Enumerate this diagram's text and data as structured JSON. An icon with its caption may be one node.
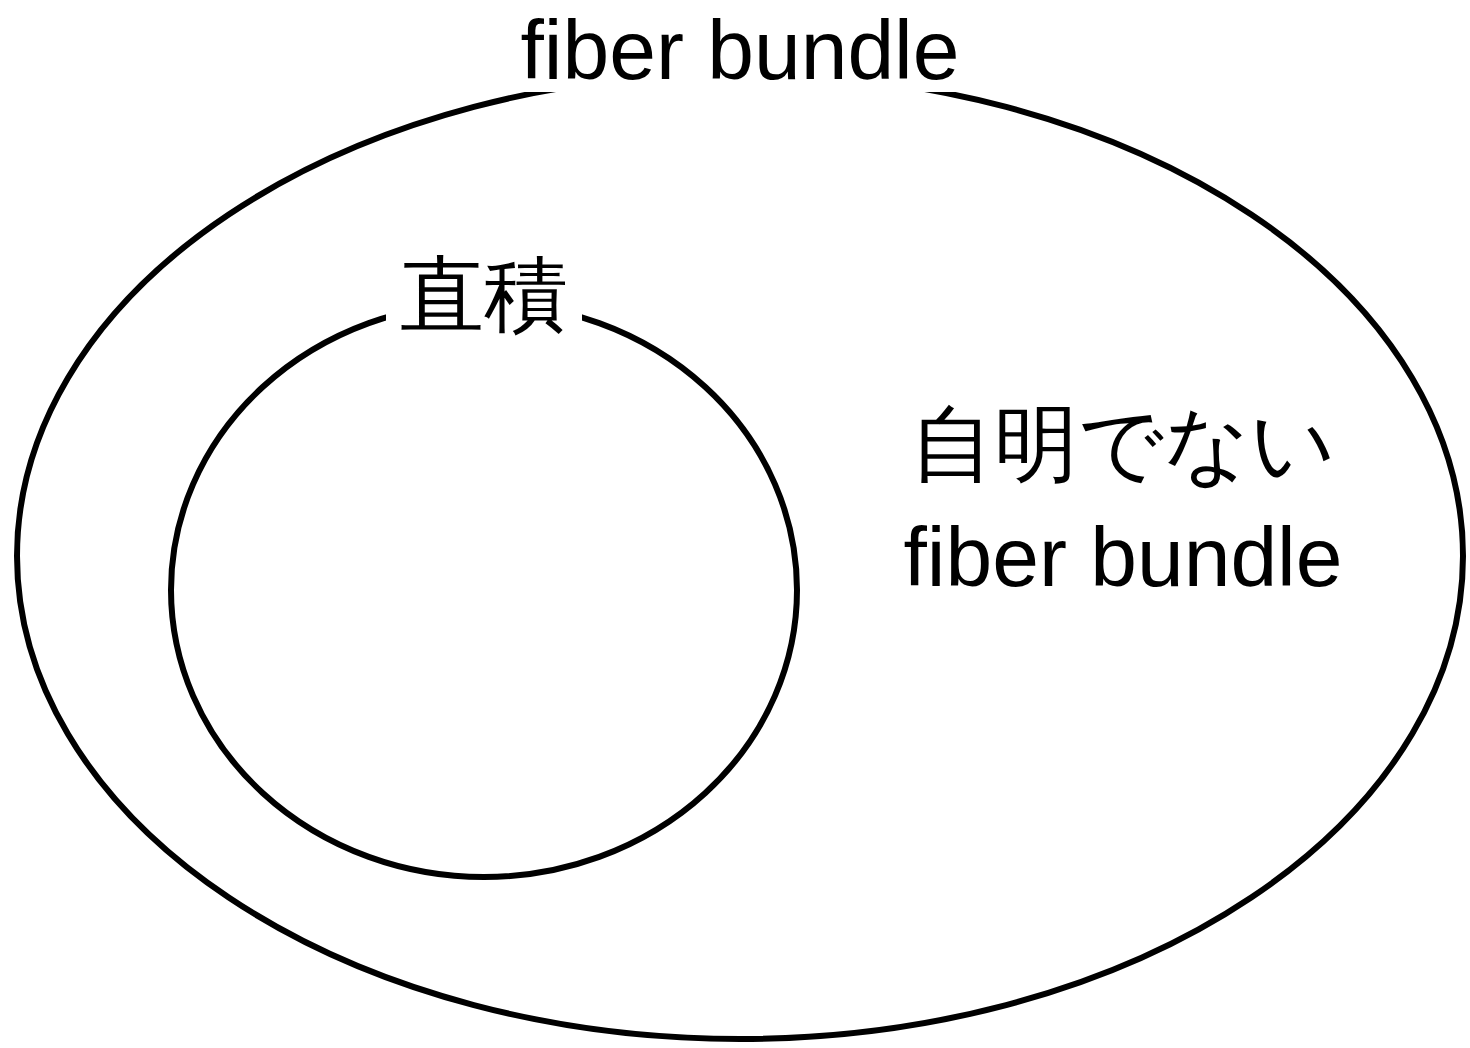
{
  "diagram": {
    "nodes": [
      {
        "text": [
          "fiber bundle",
          "自明でない fiber bundle"
        ]
      },
      {
        "text": [
          "直積"
        ],
        "in": 0
      }
    ]
  }
}
